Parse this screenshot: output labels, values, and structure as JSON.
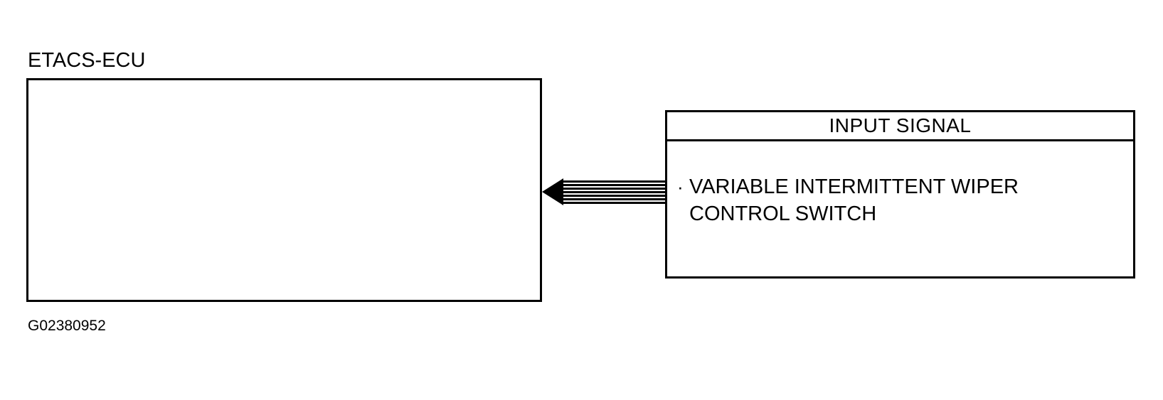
{
  "diagram": {
    "figure_id": "G02380952",
    "ecu": {
      "label": "ETACS-ECU"
    },
    "signal_block": {
      "header": "INPUT SIGNAL",
      "bullet_marker": "·",
      "items": [
        "VARIABLE INTERMITTENT WIPER\nCONTROL SWITCH"
      ]
    },
    "connector": {
      "direction": "left",
      "stripe_count": 7,
      "description": "multi-conductor signal arrow from input signal block into ETACS-ECU"
    },
    "colors": {
      "line": "#000000",
      "background": "#ffffff",
      "text": "#000000"
    }
  }
}
